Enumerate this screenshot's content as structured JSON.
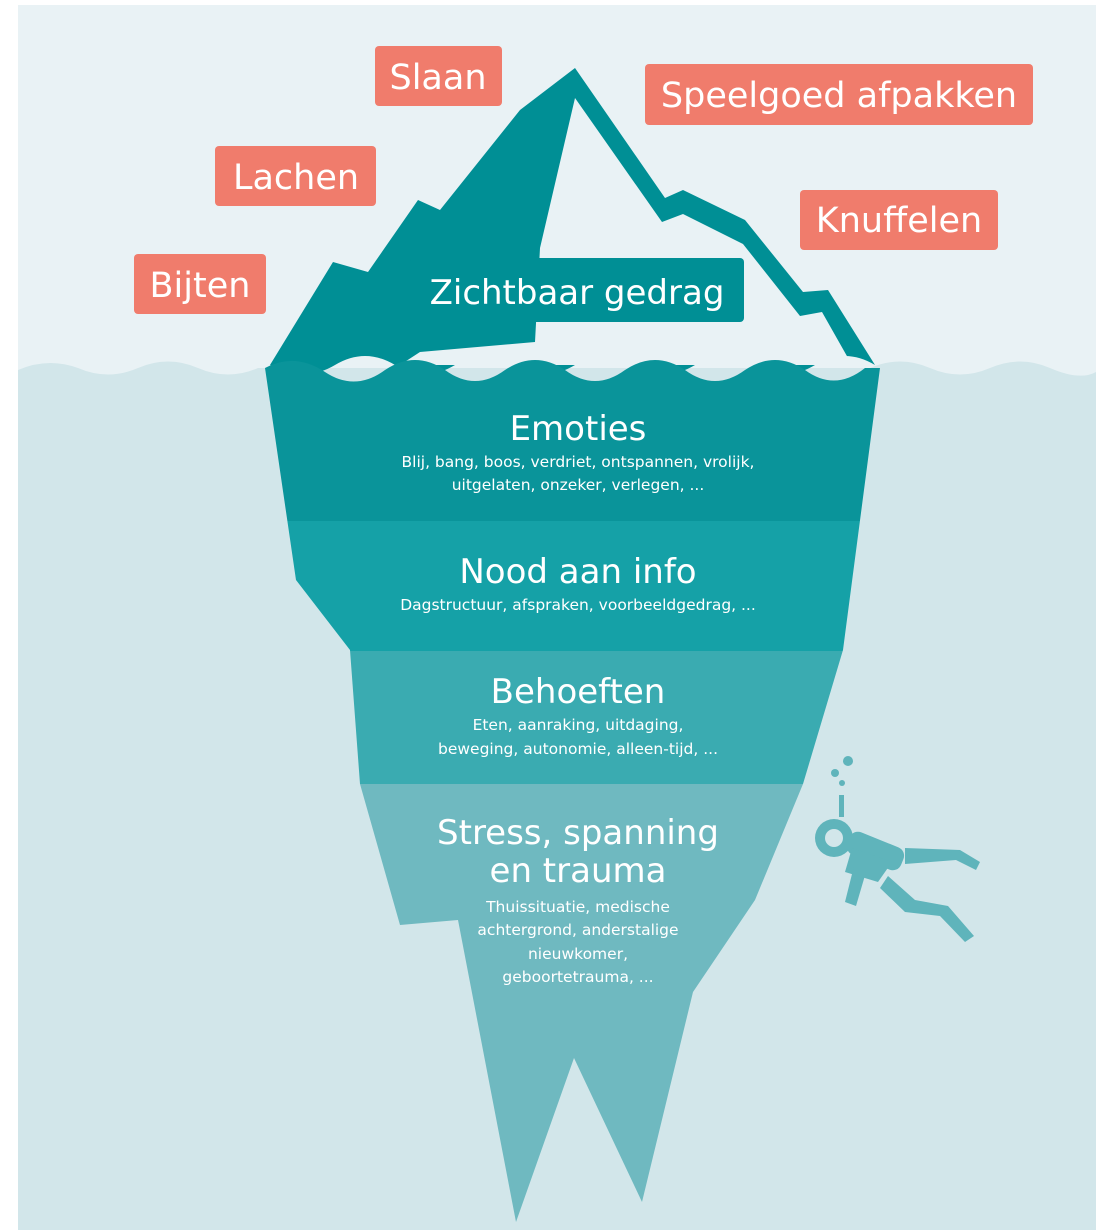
{
  "colors": {
    "sky": "#e9f2f5",
    "water": "#d2e6ea",
    "tip": "#008f95",
    "layer_emoties": "#0a949a",
    "layer_nood": "#15a1a7",
    "layer_behoeften": "#3aabb1",
    "layer_stress": "#6fb9c0",
    "tag": "#f07c6c",
    "diver": "#5fb4bb",
    "text": "#ffffff"
  },
  "behaviors": {
    "slaan": "Slaan",
    "lachen": "Lachen",
    "bijten": "Bijten",
    "speelgoed": "Speelgoed afpakken",
    "knuffelen": "Knuffelen"
  },
  "tip_label": "Zichtbaar gedrag",
  "layers": {
    "emoties": {
      "title": "Emoties",
      "lines": [
        "Blij, bang, boos, verdriet, ontspannen, vrolijk,",
        "uitgelaten, onzeker, verlegen, ..."
      ]
    },
    "nood": {
      "title": "Nood aan info",
      "lines": [
        "Dagstructuur, afspraken, voorbeeldgedrag, ..."
      ]
    },
    "behoeften": {
      "title": "Behoeften",
      "lines": [
        "Eten, aanraking, uitdaging,",
        "beweging, autonomie, alleen-tijd, ..."
      ]
    },
    "stress": {
      "title_lines": [
        "Stress, spanning",
        "en trauma"
      ],
      "lines": [
        "Thuissituatie, medische",
        "achtergrond, anderstalige",
        "nieuwkomer,",
        "geboortetrauma, ..."
      ]
    }
  },
  "icons": {
    "diver": "scuba-diver-icon",
    "bubbles": "bubbles-icon"
  }
}
